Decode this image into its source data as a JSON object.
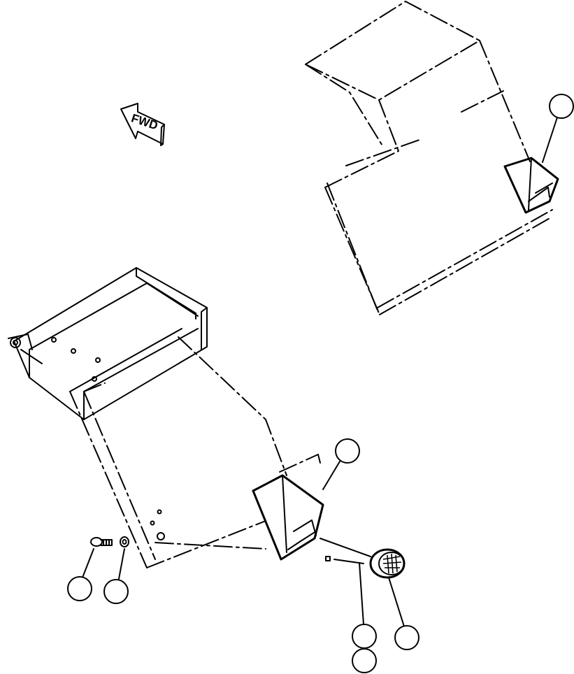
{
  "direction_arrow": {
    "label": "FWD"
  },
  "callouts": [
    {
      "id": "upper-right-cover",
      "label": ""
    },
    {
      "id": "lower-lamp-cover",
      "label": ""
    },
    {
      "id": "bolt",
      "label": ""
    },
    {
      "id": "washer",
      "label": ""
    },
    {
      "id": "harness-upper",
      "label": ""
    },
    {
      "id": "harness-lower",
      "label": ""
    },
    {
      "id": "work-lamp",
      "label": ""
    }
  ]
}
